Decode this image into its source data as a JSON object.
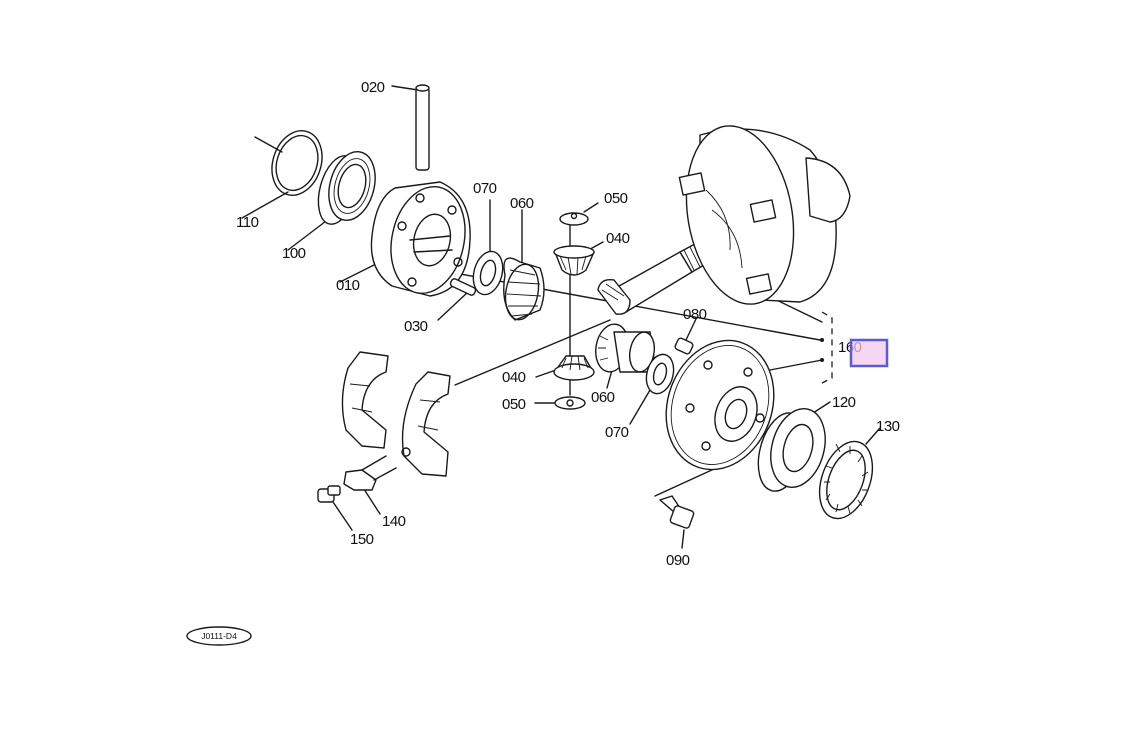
{
  "diagram": {
    "labels": {
      "p010": "010",
      "p020": "020",
      "p030": "030",
      "p040a": "040",
      "p040b": "040",
      "p050a": "050",
      "p050b": "050",
      "p060a": "060",
      "p060b": "060",
      "p070a": "070",
      "p070b": "070",
      "p080": "080",
      "p090": "090",
      "p100": "100",
      "p110": "110",
      "p120": "120",
      "p130": "130",
      "p140": "140",
      "p150": "150",
      "p160": "160"
    },
    "drawing_code": "J0111-D4",
    "highlight": {
      "part": "160",
      "fill_color": "#f3c9ee",
      "border_color": "#5b5bd6"
    }
  }
}
